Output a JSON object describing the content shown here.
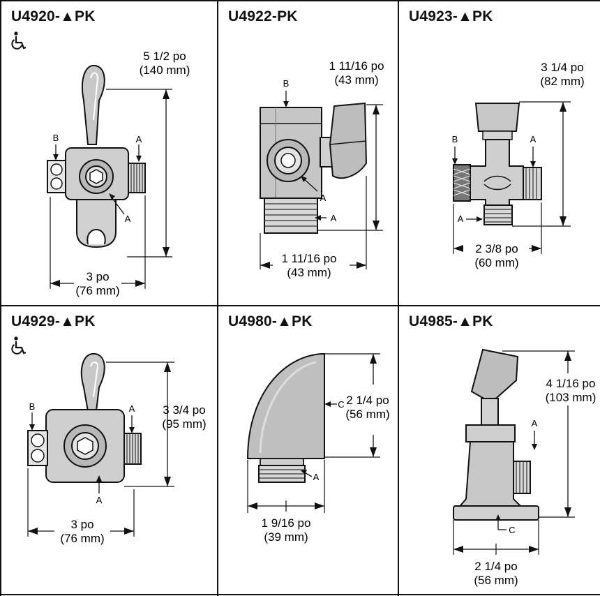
{
  "products": [
    {
      "code": "U4920-▲PK",
      "accessible": true,
      "dims": [
        {
          "line1": "5 1/2 po",
          "line2": "(140 mm)"
        },
        {
          "line1": "3 po",
          "line2": "(76 mm)"
        }
      ],
      "labels": [
        "B",
        "A",
        "A"
      ]
    },
    {
      "code": "U4922-PK",
      "accessible": false,
      "dims": [
        {
          "line1": "1 11/16 po",
          "line2": "(43 mm)"
        },
        {
          "line1": "1 11/16 po",
          "line2": "(43 mm)"
        }
      ],
      "labels": [
        "B",
        "A",
        "A"
      ]
    },
    {
      "code": "U4923-▲PK",
      "accessible": false,
      "dims": [
        {
          "line1": "3 1/4 po",
          "line2": "(82 mm)"
        },
        {
          "line1": "2 3/8 po",
          "line2": "(60 mm)"
        }
      ],
      "labels": [
        "B",
        "A",
        "A"
      ]
    },
    {
      "code": "U4929-▲PK",
      "accessible": true,
      "dims": [
        {
          "line1": "3 3/4 po",
          "line2": "(95 mm)"
        },
        {
          "line1": "3 po",
          "line2": "(76 mm)"
        }
      ],
      "labels": [
        "B",
        "A",
        "A"
      ]
    },
    {
      "code": "U4980-▲PK",
      "accessible": false,
      "dims": [
        {
          "line1": "2 1/4 po",
          "line2": "(56 mm)"
        },
        {
          "line1": "1 9/16 po",
          "line2": "(39 mm)"
        }
      ],
      "labels": [
        "C",
        "A"
      ]
    },
    {
      "code": "U4985-▲PK",
      "accessible": false,
      "dims": [
        {
          "line1": "4 1/16 po",
          "line2": "(103 mm)"
        },
        {
          "line1": "2 1/4 po",
          "line2": "(56 mm)"
        }
      ],
      "labels": [
        "A",
        "C"
      ]
    }
  ],
  "icons": {
    "accessibility": "wheelchair-icon"
  }
}
